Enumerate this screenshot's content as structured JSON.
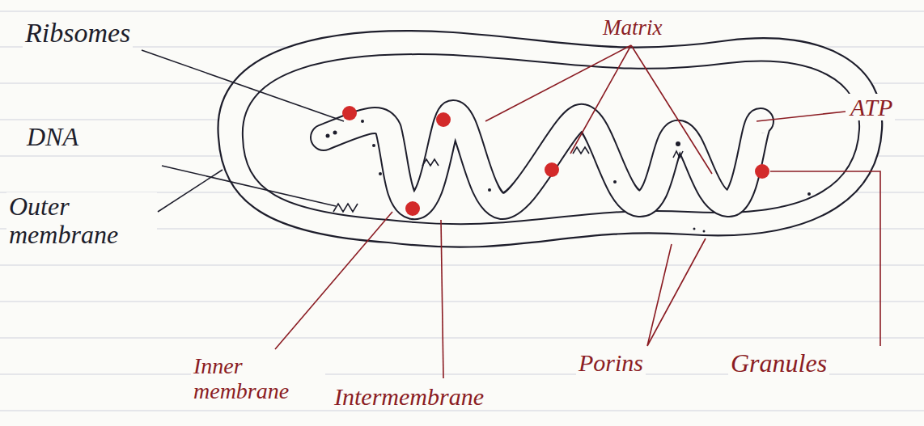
{
  "diagram": {
    "labels": [
      "Ribsomes",
      "Matrix",
      "ATP",
      "DNA",
      "Outer membrane",
      "Porins",
      "Granules",
      "Inner membrane",
      "Intermembrane"
    ]
  }
}
